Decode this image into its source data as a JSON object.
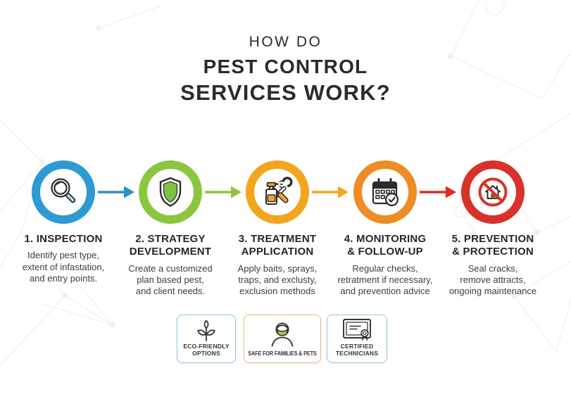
{
  "title": {
    "line1": "HOW DO",
    "line2": "PEST CONTROL",
    "line3": "SERVICES WORK?"
  },
  "steps": [
    {
      "title": "1. INSPECTION",
      "desc": [
        "Identify pest type,",
        "extent of infastation,",
        "and entry points."
      ],
      "color": "#2d9ad2",
      "icon": "magnifier-icon"
    },
    {
      "title": "2. STRATEGY DEVELOPMENT",
      "desc": [
        "Create a customized",
        "plan based pest,",
        "and client needs."
      ],
      "color": "#8cc63e",
      "icon": "shield-icon"
    },
    {
      "title": "3. TREATMENT APPLICATION",
      "desc": [
        "Apply baits, sprays,",
        "traps, and exclusty,",
        "exclusion methods"
      ],
      "color": "#f2a51d",
      "icon": "spray-wrench-icon"
    },
    {
      "title": "4. MONITORING & FOLLOW-UP",
      "desc": [
        "Regular checks,",
        "retratment if necessary,",
        "and prevention advice"
      ],
      "color": "#ee8c25",
      "icon": "calendar-check-icon"
    },
    {
      "title": "5. PREVENTION & PROTECTION",
      "desc": [
        "Seal cracks,",
        "remove attracts,",
        "ongoing maintenance"
      ],
      "color": "#d8322a",
      "icon": "no-pest-house-icon"
    }
  ],
  "arrows": [
    {
      "color": "#2b8fcc"
    },
    {
      "color": "#8cc63e"
    },
    {
      "color": "#f2a81e"
    },
    {
      "color": "#e02b20"
    }
  ],
  "badges": [
    {
      "label": "ECO-FRIENDLY OPTIONS",
      "border": "#8fcbe4",
      "icon": "leaf-sprout-icon"
    },
    {
      "label": "SAFE FOR FAMILIES & PETS",
      "border": "#e7bd82",
      "icon": "masked-person-icon"
    },
    {
      "label": "CERTIFIED TECHNICIANS",
      "border": "#8fcbe4",
      "icon": "certificate-icon"
    }
  ]
}
